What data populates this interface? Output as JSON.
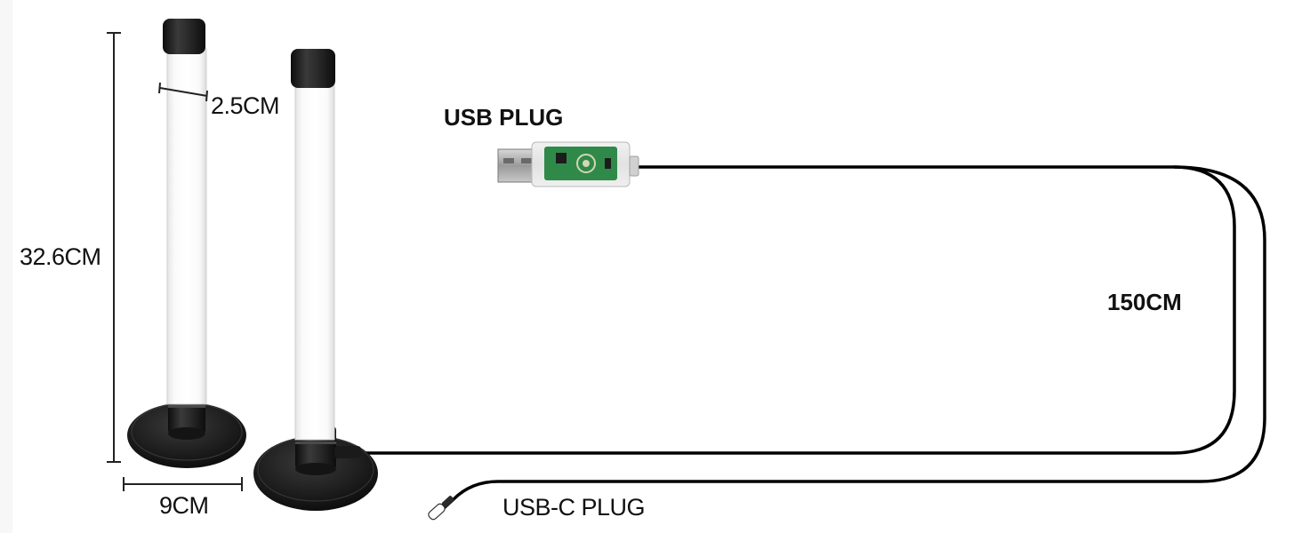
{
  "labels": {
    "height": "32.6CM",
    "diameter": "2.5CM",
    "base_width": "9CM",
    "cable_length": "150CM",
    "usb_plug": "USB PLUG",
    "usb_c_plug": "USB-C PLUG"
  },
  "colors": {
    "dimension_line": "#222222",
    "cable": "#000000",
    "pcb": "#2f8a4a",
    "base": "#1c1c1c",
    "tube_glow": "#ffffff"
  }
}
